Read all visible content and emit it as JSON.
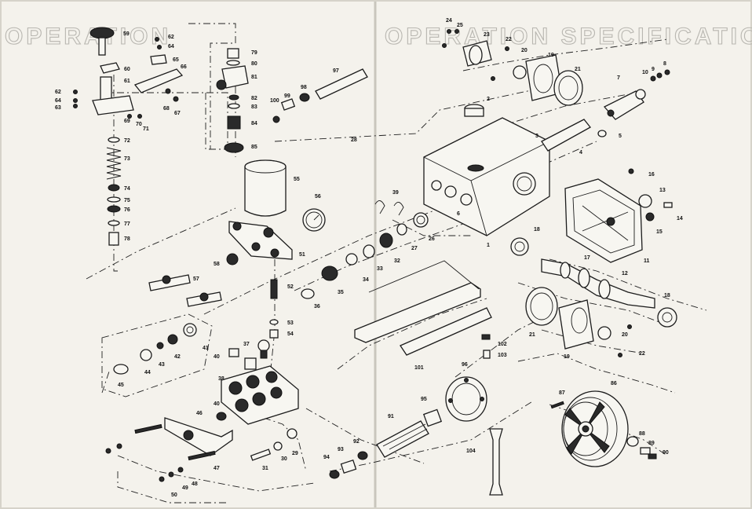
{
  "watermark": {
    "left_text": "OPERATION",
    "right_text": "OPERATION  SPECIFICATION"
  },
  "callouts": [
    {
      "id": "59",
      "text": "59"
    },
    {
      "id": "62a",
      "text": "62"
    },
    {
      "id": "64a",
      "text": "64"
    },
    {
      "id": "60",
      "text": "60"
    },
    {
      "id": "65",
      "text": "65"
    },
    {
      "id": "66",
      "text": "66"
    },
    {
      "id": "61",
      "text": "61"
    },
    {
      "id": "62b",
      "text": "62"
    },
    {
      "id": "64b",
      "text": "64"
    },
    {
      "id": "63",
      "text": "63"
    },
    {
      "id": "69",
      "text": "69"
    },
    {
      "id": "70",
      "text": "70"
    },
    {
      "id": "71",
      "text": "71"
    },
    {
      "id": "68",
      "text": "68"
    },
    {
      "id": "67",
      "text": "67"
    },
    {
      "id": "72",
      "text": "72"
    },
    {
      "id": "73",
      "text": "73"
    },
    {
      "id": "74",
      "text": "74"
    },
    {
      "id": "75",
      "text": "75"
    },
    {
      "id": "76",
      "text": "76"
    },
    {
      "id": "77",
      "text": "77"
    },
    {
      "id": "78",
      "text": "78"
    },
    {
      "id": "79",
      "text": "79"
    },
    {
      "id": "80",
      "text": "80"
    },
    {
      "id": "81",
      "text": "81"
    },
    {
      "id": "82",
      "text": "82"
    },
    {
      "id": "83",
      "text": "83"
    },
    {
      "id": "84",
      "text": "84"
    },
    {
      "id": "85",
      "text": "85"
    },
    {
      "id": "97",
      "text": "97"
    },
    {
      "id": "98",
      "text": "98"
    },
    {
      "id": "99",
      "text": "99"
    },
    {
      "id": "100",
      "text": "100"
    },
    {
      "id": "55",
      "text": "55"
    },
    {
      "id": "56",
      "text": "56"
    },
    {
      "id": "51",
      "text": "51"
    },
    {
      "id": "58",
      "text": "58"
    },
    {
      "id": "57",
      "text": "57"
    },
    {
      "id": "52",
      "text": "52"
    },
    {
      "id": "53",
      "text": "53"
    },
    {
      "id": "54",
      "text": "54"
    },
    {
      "id": "39",
      "text": "39"
    },
    {
      "id": "32",
      "text": "32"
    },
    {
      "id": "27",
      "text": "27"
    },
    {
      "id": "26",
      "text": "26"
    },
    {
      "id": "33",
      "text": "33"
    },
    {
      "id": "34",
      "text": "34"
    },
    {
      "id": "35",
      "text": "35"
    },
    {
      "id": "36",
      "text": "36"
    },
    {
      "id": "24",
      "text": "24"
    },
    {
      "id": "25",
      "text": "25"
    },
    {
      "id": "23",
      "text": "23"
    },
    {
      "id": "22a",
      "text": "22"
    },
    {
      "id": "20a",
      "text": "20"
    },
    {
      "id": "19a",
      "text": "19"
    },
    {
      "id": "21a",
      "text": "21"
    },
    {
      "id": "2",
      "text": "2"
    },
    {
      "id": "3",
      "text": "3"
    },
    {
      "id": "4",
      "text": "4"
    },
    {
      "id": "5",
      "text": "5"
    },
    {
      "id": "7",
      "text": "7"
    },
    {
      "id": "10",
      "text": "10"
    },
    {
      "id": "9",
      "text": "9"
    },
    {
      "id": "8",
      "text": "8"
    },
    {
      "id": "28",
      "text": "28"
    },
    {
      "id": "1",
      "text": "1"
    },
    {
      "id": "6",
      "text": "6"
    },
    {
      "id": "16",
      "text": "16"
    },
    {
      "id": "13",
      "text": "13"
    },
    {
      "id": "14",
      "text": "14"
    },
    {
      "id": "15",
      "text": "15"
    },
    {
      "id": "11",
      "text": "11"
    },
    {
      "id": "12",
      "text": "12"
    },
    {
      "id": "18a",
      "text": "18"
    },
    {
      "id": "17",
      "text": "17"
    },
    {
      "id": "18b",
      "text": "18"
    },
    {
      "id": "21b",
      "text": "21"
    },
    {
      "id": "19b",
      "text": "19"
    },
    {
      "id": "20b",
      "text": "20"
    },
    {
      "id": "22b",
      "text": "22"
    },
    {
      "id": "102",
      "text": "102"
    },
    {
      "id": "103",
      "text": "103"
    },
    {
      "id": "101",
      "text": "101"
    },
    {
      "id": "41",
      "text": "41"
    },
    {
      "id": "42",
      "text": "42"
    },
    {
      "id": "43",
      "text": "43"
    },
    {
      "id": "44",
      "text": "44"
    },
    {
      "id": "45",
      "text": "45"
    },
    {
      "id": "40a",
      "text": "40"
    },
    {
      "id": "37",
      "text": "37"
    },
    {
      "id": "38",
      "text": "38"
    },
    {
      "id": "40b",
      "text": "40"
    },
    {
      "id": "46",
      "text": "46"
    },
    {
      "id": "47",
      "text": "47"
    },
    {
      "id": "48",
      "text": "48"
    },
    {
      "id": "49",
      "text": "49"
    },
    {
      "id": "50",
      "text": "50"
    },
    {
      "id": "31",
      "text": "31"
    },
    {
      "id": "30",
      "text": "30"
    },
    {
      "id": "29",
      "text": "29"
    },
    {
      "id": "96",
      "text": "96"
    },
    {
      "id": "95",
      "text": "95"
    },
    {
      "id": "91",
      "text": "91"
    },
    {
      "id": "92",
      "text": "92"
    },
    {
      "id": "93",
      "text": "93"
    },
    {
      "id": "94",
      "text": "94"
    },
    {
      "id": "104",
      "text": "104"
    },
    {
      "id": "87",
      "text": "87"
    },
    {
      "id": "86",
      "text": "86"
    },
    {
      "id": "88",
      "text": "88"
    },
    {
      "id": "89",
      "text": "89"
    },
    {
      "id": "90",
      "text": "90"
    }
  ]
}
